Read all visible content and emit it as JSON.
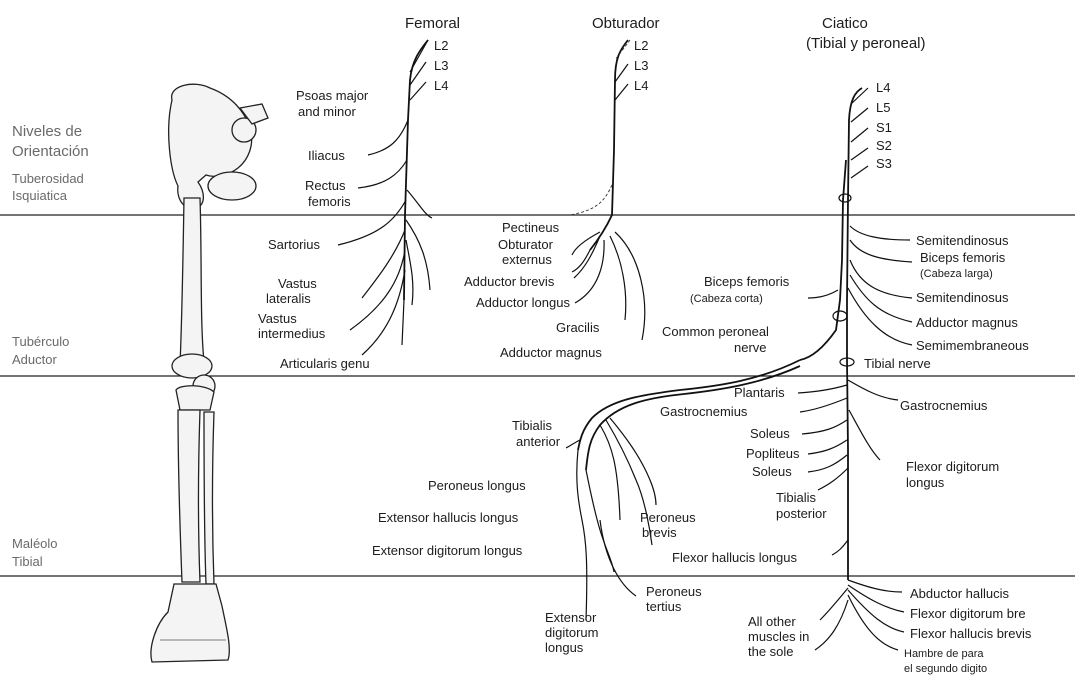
{
  "headers": {
    "femoral": "Femoral",
    "obturador": "Obturador",
    "ciatico_1": "Ciatico",
    "ciatico_2": "(Tibial y peroneal)"
  },
  "levels": {
    "title_1": "Niveles de",
    "title_2": "Orientación",
    "tuberosidad_1": "Tuberosidad",
    "tuberosidad_2": "Isquiatica",
    "tuberculo_1": "Tubérculo",
    "tuberculo_2": "Aductor",
    "maleolo_1": "Maléolo",
    "maleolo_2": "Tibial"
  },
  "femoral": {
    "roots": [
      "L2",
      "L3",
      "L4"
    ],
    "psoas_1": "Psoas major",
    "psoas_2": "and minor",
    "iliacus": "Iliacus",
    "rectus_1": "Rectus",
    "rectus_2": "femoris",
    "sartorius": "Sartorius",
    "vastus_lat_1": "Vastus",
    "vastus_lat_2": "lateralis",
    "vastus_int_1": "Vastus",
    "vastus_int_2": "intermedius",
    "articularis": "Articularis genu"
  },
  "obturador": {
    "roots": [
      "L2",
      "L3",
      "L4"
    ],
    "pectineus": "Pectineus",
    "obt_ext_1": "Obturator",
    "obt_ext_2": "externus",
    "add_brevis": "Adductor brevis",
    "add_longus": "Adductor longus",
    "gracilis": "Gracilis",
    "add_magnus": "Adductor magnus"
  },
  "ciatico": {
    "roots": [
      "L4",
      "L5",
      "S1",
      "S2",
      "S3"
    ],
    "semitendinosus_1": "Semitendinosus",
    "biceps_long_1": "Biceps femoris",
    "biceps_long_2": "(Cabeza larga)",
    "semitendinosus_2": "Semitendinosus",
    "add_magnus": "Adductor magnus",
    "semimembranosus": "Semimembraneous",
    "biceps_short_1": "Biceps femoris",
    "biceps_short_2": "(Cabeza corta)",
    "common_peroneal_1": "Common peroneal",
    "common_peroneal_2": "nerve",
    "tibial_nerve": "Tibial nerve",
    "plantaris": "Plantaris",
    "gastrocnemius_l": "Gastrocnemius",
    "gastrocnemius_r": "Gastrocnemius",
    "soleus_1": "Soleus",
    "popliteus": "Popliteus",
    "soleus_2": "Soleus",
    "fdl_1": "Flexor digitorum",
    "fdl_2": "longus",
    "tib_post_1": "Tibialis",
    "tib_post_2": "posterior",
    "fhl": "Flexor hallucis longus",
    "tib_ant_1": "Tibialis",
    "tib_ant_2": "anterior",
    "per_longus": "Peroneus longus",
    "ehl": "Extensor hallucis longus",
    "edl": "Extensor digitorum longus",
    "per_brevis_1": "Peroneus",
    "per_brevis_2": "brevis",
    "per_tertius_1": "Peroneus",
    "per_tertius_2": "tertius",
    "edl_foot_1": "Extensor",
    "edl_foot_2": "digitorum",
    "edl_foot_3": "longus",
    "abd_hallucis": "Abductor hallucis",
    "fdb": "Flexor digitorum bre",
    "fhb": "Flexor hallucis brevis",
    "hambre_1": "Hambre de para",
    "hambre_2": "el segundo digito",
    "sole_1": "All other",
    "sole_2": "muscles in",
    "sole_3": "the sole"
  }
}
